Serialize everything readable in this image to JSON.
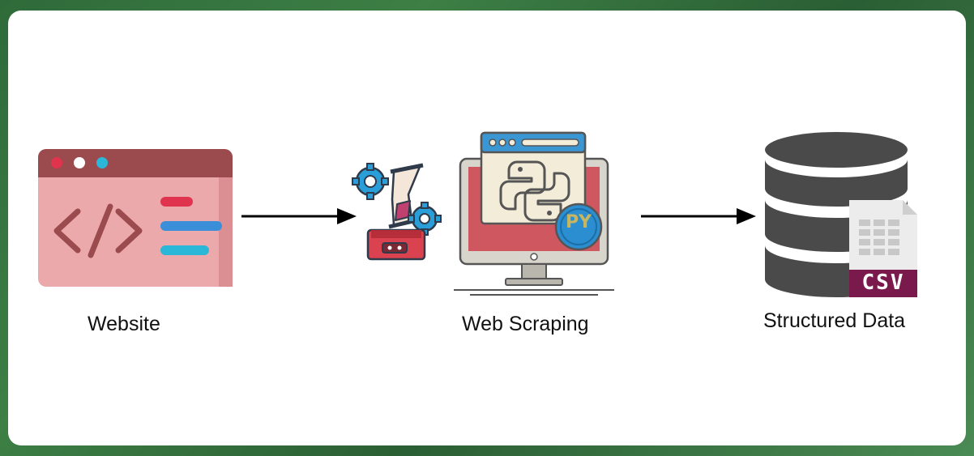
{
  "nodes": {
    "website": {
      "label": "Website"
    },
    "scraping": {
      "label": "Web Scraping",
      "badge": "PY"
    },
    "structured": {
      "label": "Structured Data",
      "file_badge": "CSV"
    }
  },
  "colors": {
    "browser_bar": "#9b4a4e",
    "browser_body": "#eba9ab",
    "code_stroke": "#9b4a4e",
    "dot_red": "#e0344e",
    "dot_white": "#ffffff",
    "dot_cyan": "#2bb8d8",
    "line_red": "#e0344e",
    "line_blue": "#3b8fd8",
    "line_cyan": "#2bb8d8",
    "database": "#4a4a4a",
    "csv_purple": "#7a1a4c",
    "arrow": "#000000"
  }
}
